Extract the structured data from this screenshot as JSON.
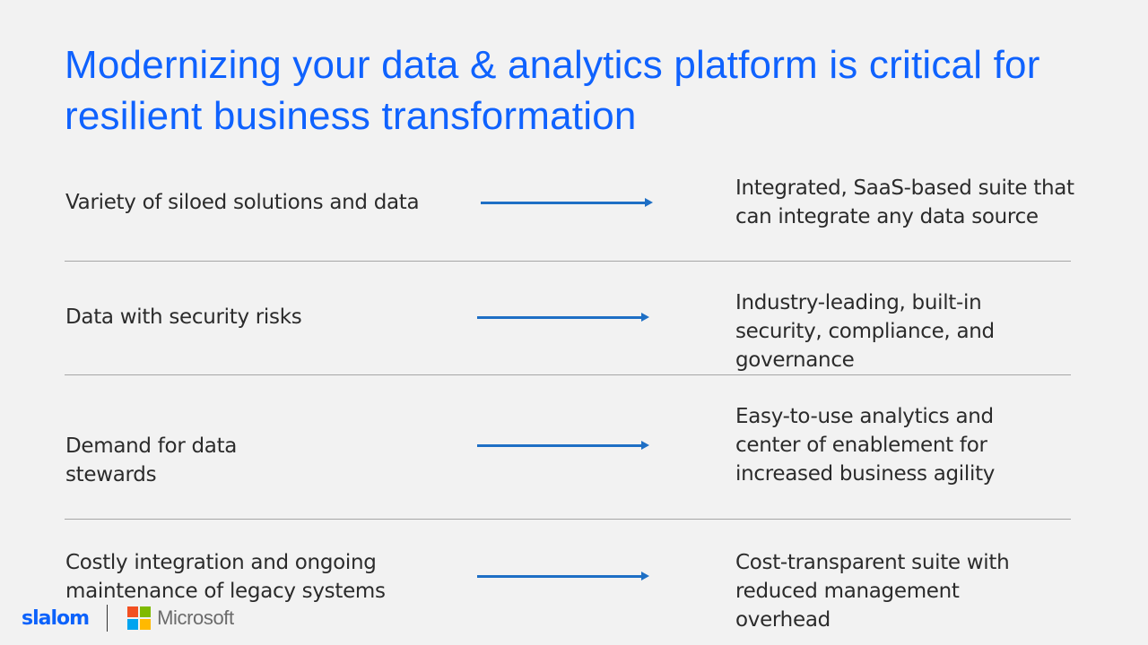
{
  "slide": {
    "title": "Modernizing your data & analytics platform is critical for resilient business transformation"
  },
  "rows": [
    {
      "from": "Variety of siloed solutions and data",
      "to": "Integrated, SaaS-based suite that can integrate any data source"
    },
    {
      "from": "Data with security risks",
      "to": "Industry-leading, built-in security, compliance, and governance"
    },
    {
      "from": "Demand for data stewards",
      "to": "Easy-to-use analytics and center of enablement for increased business agility"
    },
    {
      "from": "Costly integration and ongoing maintenance of legacy systems",
      "to": "Cost-transparent suite with reduced management overhead"
    }
  ],
  "footer": {
    "slalom_logo": "slalom",
    "microsoft_logo": "Microsoft",
    "microsoft_colors": [
      "#f25022",
      "#7fba00",
      "#00a4ef",
      "#ffb900"
    ]
  },
  "colors": {
    "title": "#0f62fe",
    "arrow": "#1e6fc5",
    "divider": "#a6a6a6"
  }
}
